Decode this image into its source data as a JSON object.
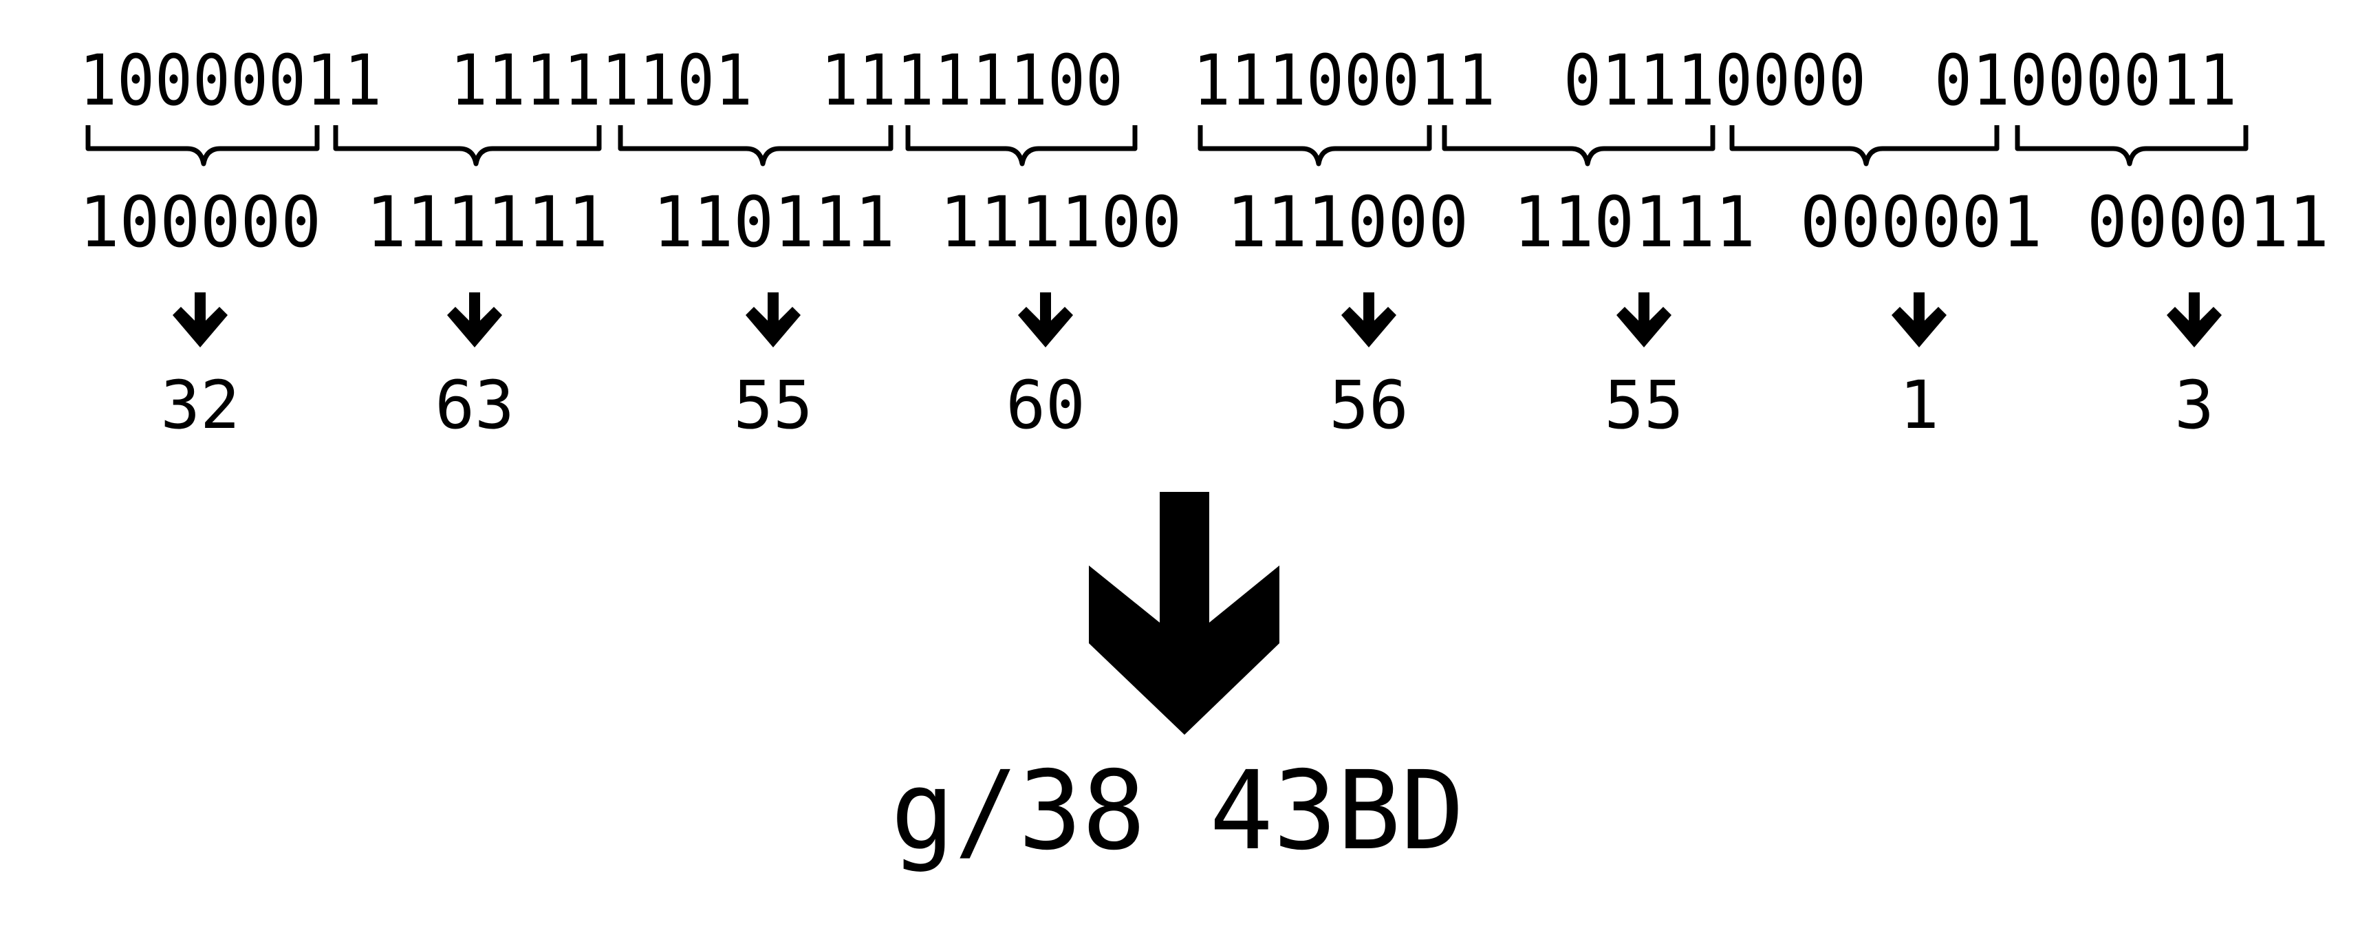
{
  "octets": [
    "10000011",
    "11111101",
    "11111100",
    "11100011",
    "01110000",
    "01000011"
  ],
  "sextets": [
    "100000",
    "111111",
    "110111",
    "111100",
    "111000",
    "110111",
    "000001",
    "000011"
  ],
  "values": [
    "32",
    "63",
    "55",
    "60",
    "56",
    "55",
    "1",
    "3"
  ],
  "result": "g/38 43BD"
}
